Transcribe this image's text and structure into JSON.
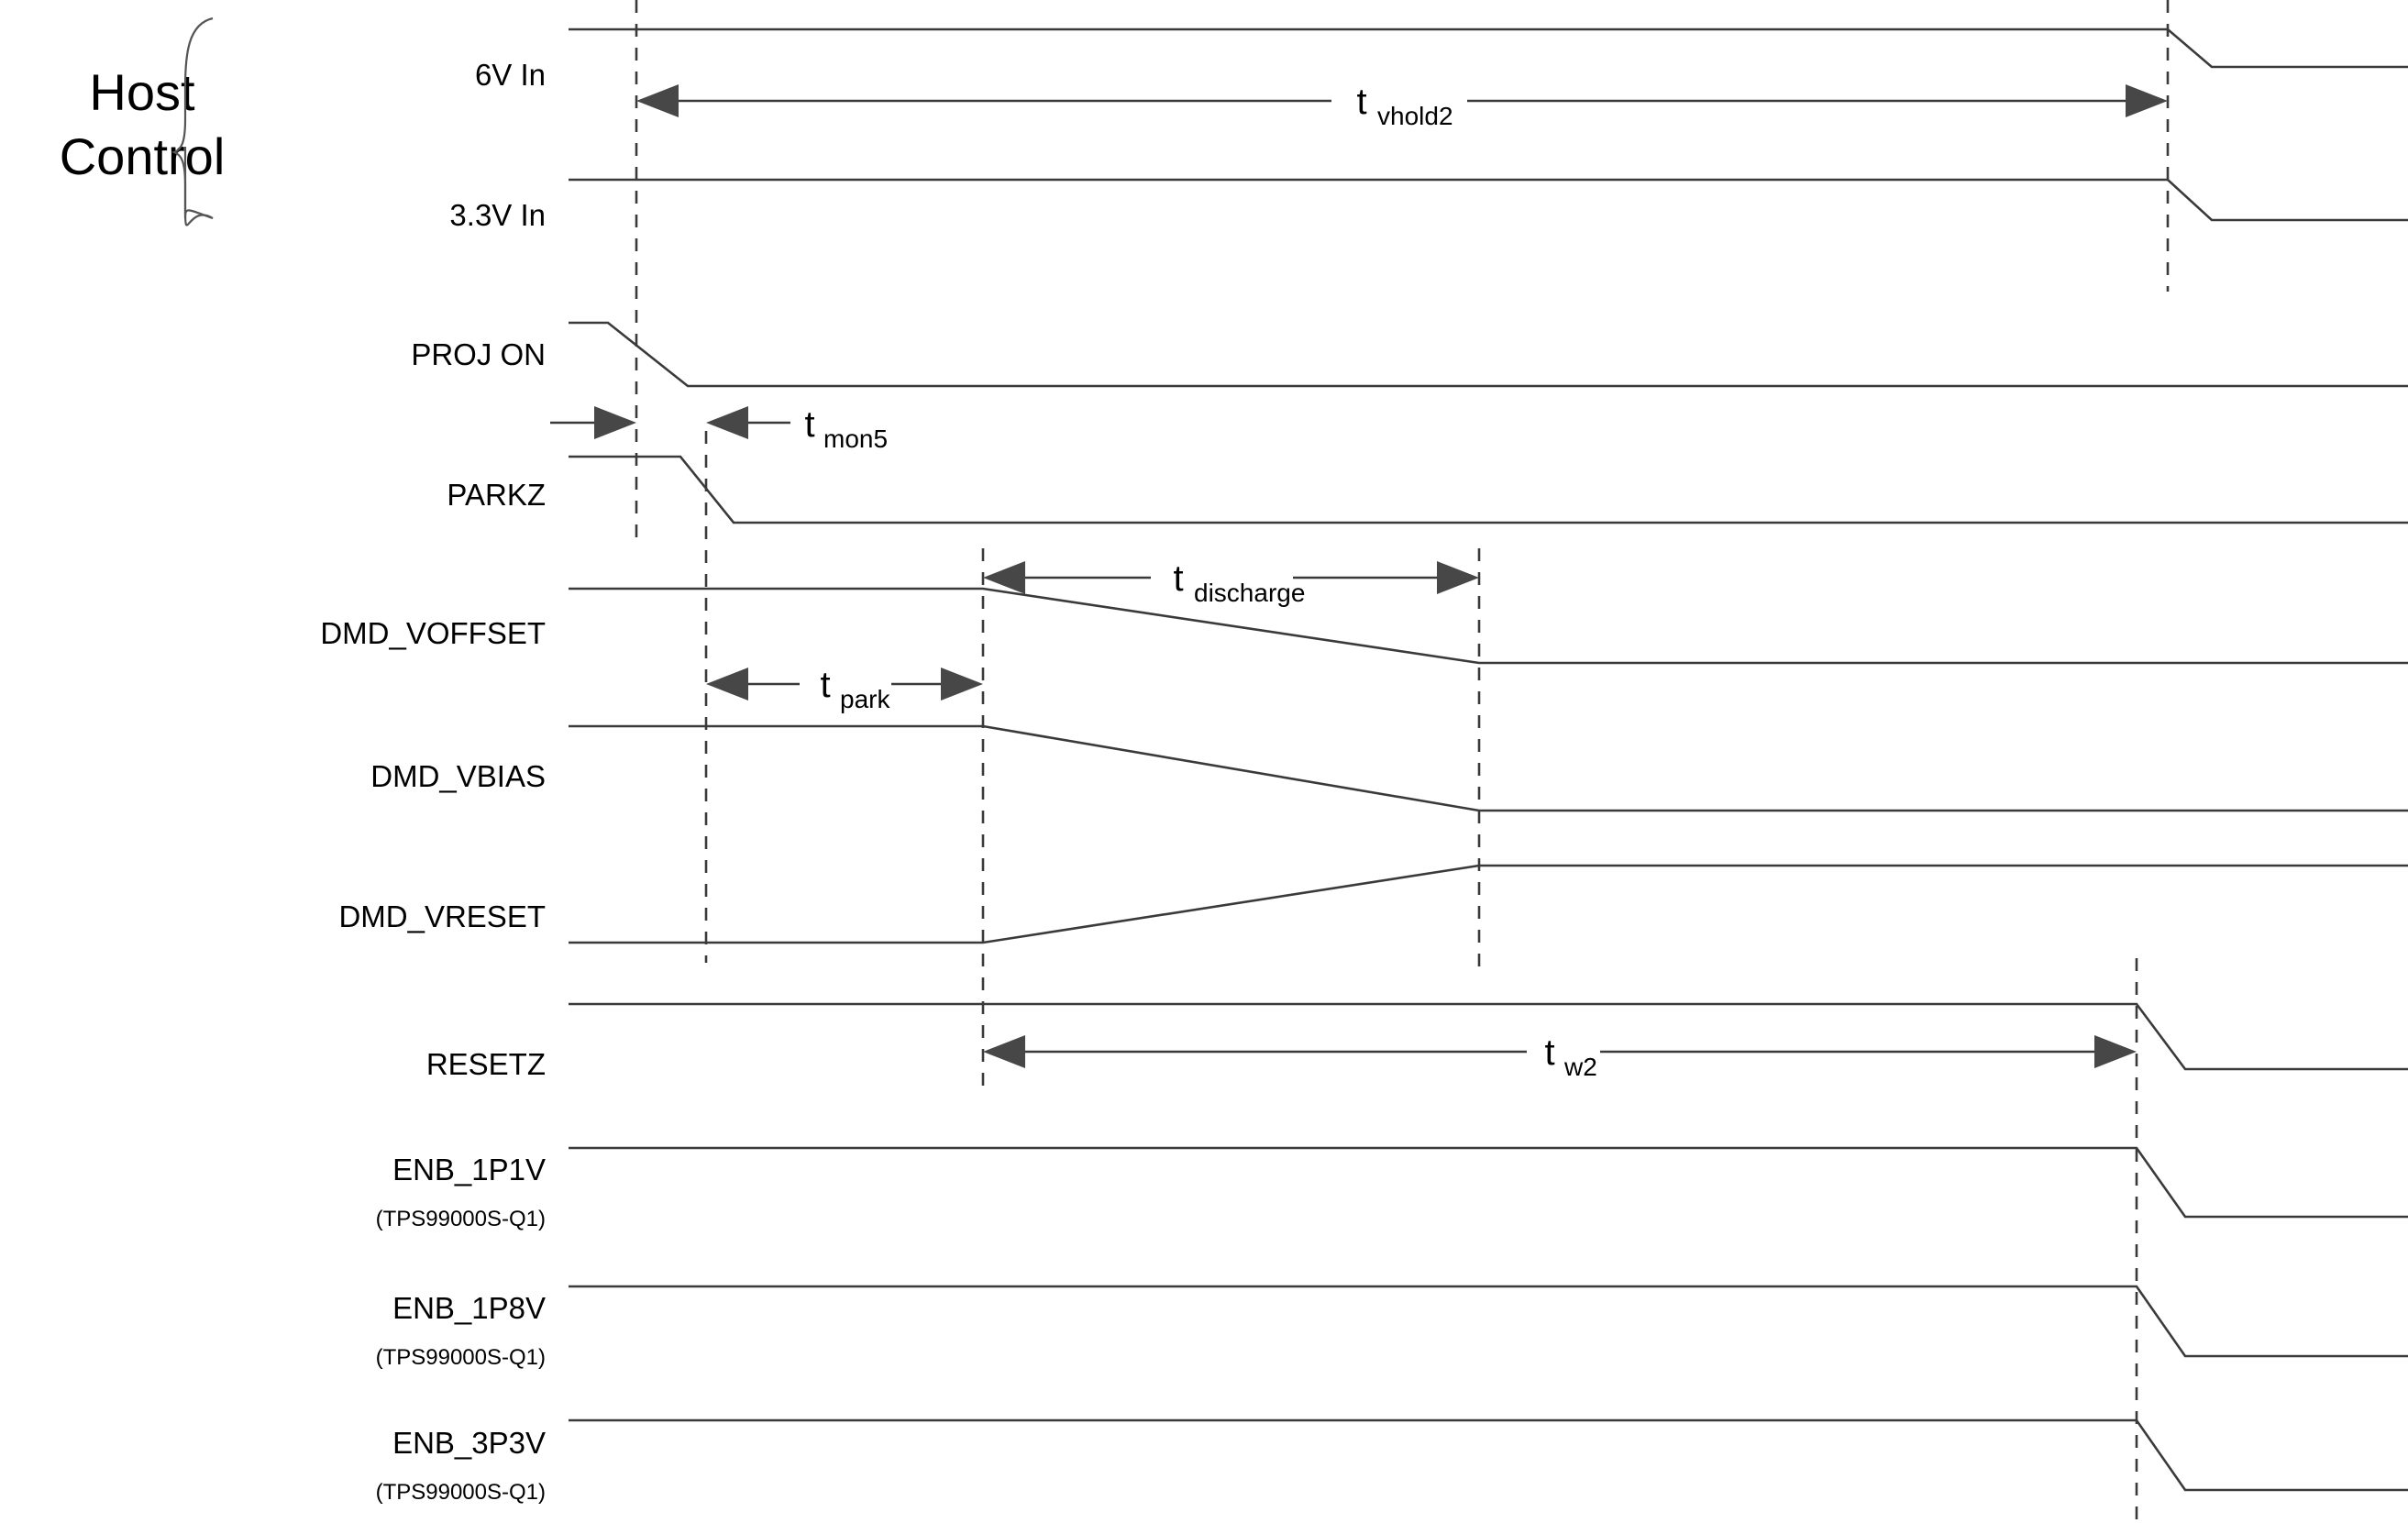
{
  "diagram": {
    "title_group": {
      "line1": "Host",
      "line2": "Control"
    },
    "signals": [
      {
        "name": "6V In",
        "sub": ""
      },
      {
        "name": "3.3V In",
        "sub": ""
      },
      {
        "name": "PROJ ON",
        "sub": ""
      },
      {
        "name": "PARKZ",
        "sub": ""
      },
      {
        "name": "DMD_VOFFSET",
        "sub": ""
      },
      {
        "name": "DMD_VBIAS",
        "sub": ""
      },
      {
        "name": "DMD_VRESET",
        "sub": ""
      },
      {
        "name": "RESETZ",
        "sub": ""
      },
      {
        "name": "ENB_1P1V",
        "sub": "(TPS99000S-Q1)"
      },
      {
        "name": "ENB_1P8V",
        "sub": "(TPS99000S-Q1)"
      },
      {
        "name": "ENB_3P3V",
        "sub": "(TPS99000S-Q1)"
      }
    ],
    "timings": [
      {
        "id": "tvhold2",
        "base": "t",
        "subscript": "vhold2"
      },
      {
        "id": "tmon5",
        "base": "t",
        "subscript": "mon5"
      },
      {
        "id": "tdischarge",
        "base": "t",
        "subscript": "discharge"
      },
      {
        "id": "tpark",
        "base": "t",
        "subscript": "park"
      },
      {
        "id": "tw2",
        "base": "t",
        "subscript": "w2"
      }
    ],
    "colors": {
      "wave": "#3a3a3a",
      "arrow": "#474747",
      "text": "#000000",
      "background": "#ffffff",
      "brace": "#555555"
    }
  }
}
